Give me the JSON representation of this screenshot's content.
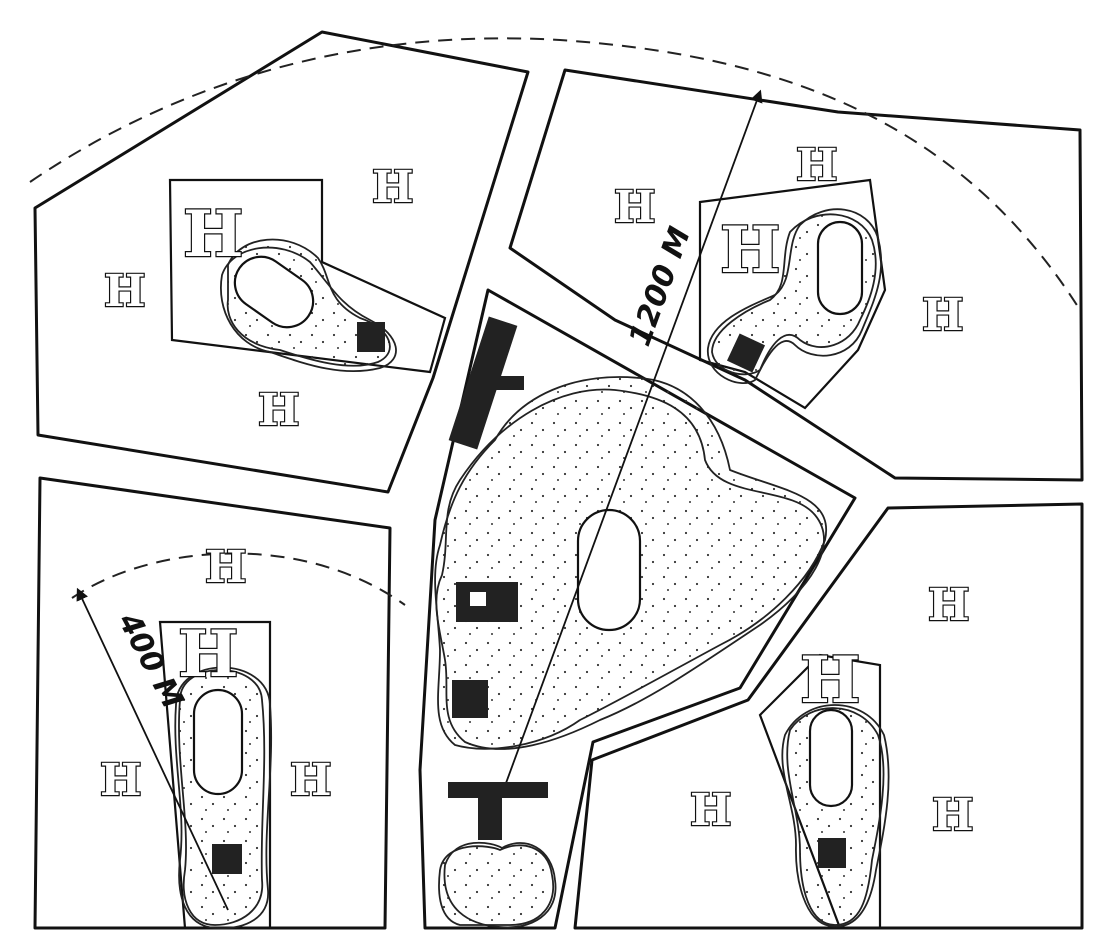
{
  "labels": {
    "distance_long": "1200 M",
    "distance_short": "400 M"
  },
  "marker_letter": "H",
  "colors": {
    "ink": "#111111",
    "paper": "#ffffff",
    "fill_dark": "#222222"
  },
  "icons": {
    "housing": "h-block-icon",
    "school": "school-building-icon",
    "shop": "shop-square-icon"
  }
}
